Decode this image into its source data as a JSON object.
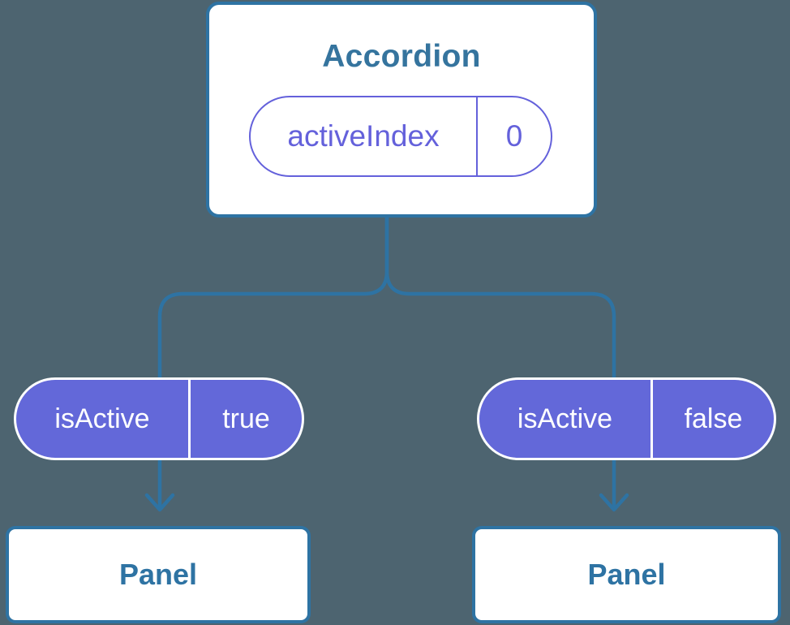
{
  "diagram": {
    "root": {
      "title": "Accordion",
      "prop": {
        "name": "activeIndex",
        "value": "0"
      }
    },
    "children": [
      {
        "state": {
          "name": "isActive",
          "value": "true"
        },
        "panel_label": "Panel"
      },
      {
        "state": {
          "name": "isActive",
          "value": "false"
        },
        "panel_label": "Panel"
      }
    ]
  },
  "colors": {
    "background": "#4D6470",
    "connector_blue": "#2E73A3",
    "node_border_blue": "#2E73A3",
    "title_blue": "#35749E",
    "prop_purple": "#6461DB",
    "state_fill_purple": "#6368D9",
    "state_text_white": "#FFFFFF",
    "card_bg_white": "#FFFFFF"
  }
}
